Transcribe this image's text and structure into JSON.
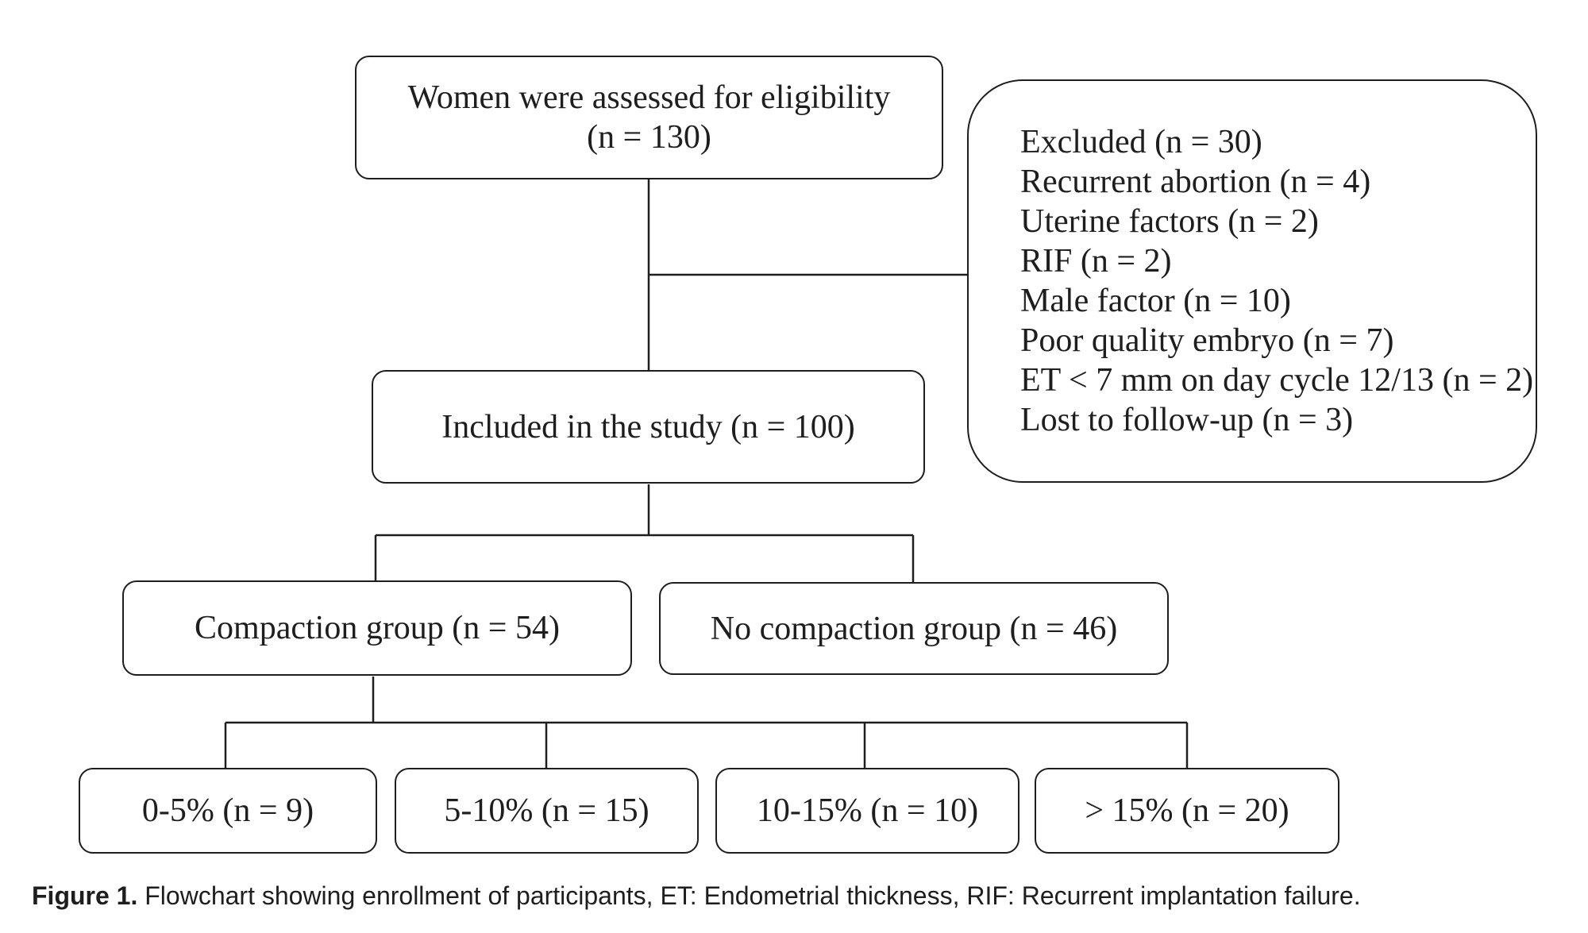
{
  "boxes": {
    "assessed": {
      "line1": "Women were assessed for eligibility",
      "line2": "(n = 130)"
    },
    "excluded": {
      "lines": [
        "Excluded (n = 30)",
        "Recurrent abortion (n = 4)",
        "Uterine factors (n = 2)",
        "RIF (n = 2)",
        "Male factor (n = 10)",
        "Poor quality embryo (n = 7)",
        "ET < 7 mm on day cycle 12/13 (n = 2)",
        "Lost to follow-up (n = 3)"
      ]
    },
    "included": {
      "text": "Included in the study (n = 100)"
    },
    "compaction": {
      "text": "Compaction group (n = 54)"
    },
    "no_compaction": {
      "text": "No compaction group (n = 46)"
    },
    "range_0_5": {
      "text": "0-5% (n = 9)"
    },
    "range_5_10": {
      "text": "5-10% (n = 15)"
    },
    "range_10_15": {
      "text": "10-15% (n = 10)"
    },
    "range_gt_15": {
      "text": "> 15% (n = 20)"
    }
  },
  "caption": {
    "label": "Figure 1.",
    "text": " Flowchart showing enrollment of participants, ET: Endometrial thickness, RIF: Recurrent implantation failure."
  }
}
